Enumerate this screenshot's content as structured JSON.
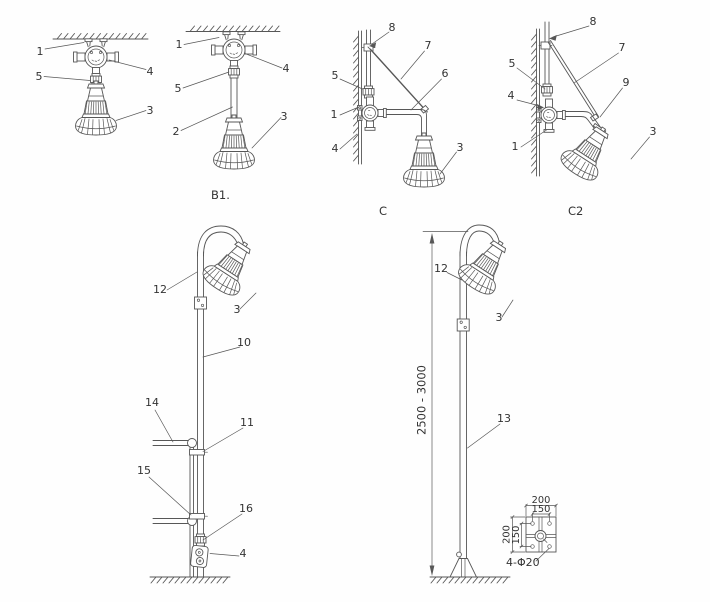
{
  "figure": {
    "background": "#fefefe",
    "line_color": "#575757",
    "text_color": "#333333"
  },
  "diagrams": {
    "ceiling_mount": {
      "callouts": [
        "1",
        "5",
        "4",
        "3"
      ]
    },
    "ceiling_pendant_mount": {
      "callouts": [
        "1",
        "4",
        "5",
        "2",
        "3"
      ],
      "caption": "B1."
    },
    "wall_mount": {
      "callouts": [
        "8",
        "7",
        "6",
        "5",
        "1",
        "4",
        "3"
      ],
      "caption": "C"
    },
    "wall_mount_angled": {
      "callouts": [
        "8",
        "7",
        "9",
        "5",
        "4",
        "1",
        "3"
      ],
      "caption": "C2"
    },
    "guardrail_pole_mount": {
      "callouts": [
        "12",
        "3",
        "10",
        "14",
        "11",
        "15",
        "16",
        "4"
      ]
    },
    "street_pole_mount": {
      "callouts": [
        "12",
        "3",
        "13"
      ],
      "height_dimension": "2500 - 3000",
      "base_plate": {
        "width_outer": "200",
        "width_inner": "150",
        "height_outer": "200",
        "height_inner": "150",
        "bolt_holes": "4-Φ20"
      }
    }
  }
}
